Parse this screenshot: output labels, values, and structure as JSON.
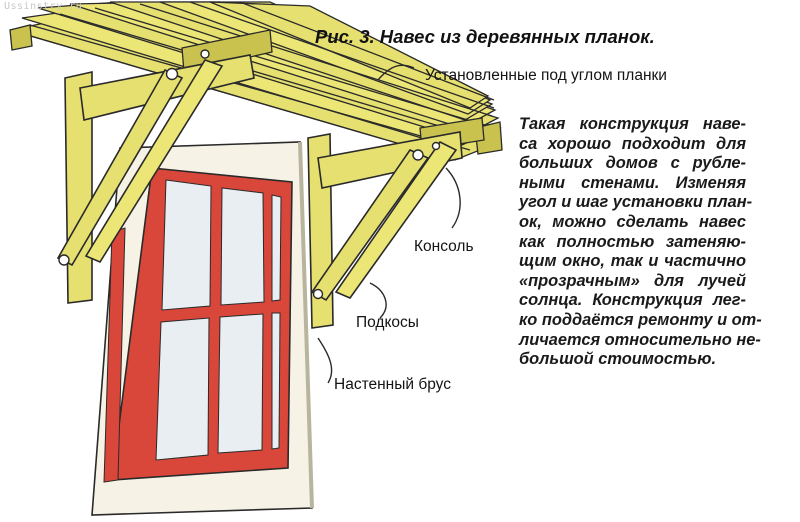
{
  "watermark": "Ussinstry.ru",
  "caption": "Рис. 3. Навес из деревянных планок.",
  "labels": {
    "slats": "Установленные под углом планки",
    "console": "Консоль",
    "braces": "Подкосы",
    "wall_beam": "Настенный брус"
  },
  "description_lines": [
    "Такая конструкция наве-",
    "са хорошо подходит для",
    "больших домов с рубле-",
    "ными стенами. Изменяя",
    "угол и шаг установки план-",
    "ок, можно сделать навес",
    "как полностью затеняю-",
    "щим окно, так и частично",
    "«прозрачным» для лучей",
    "солнца. Конструкция лег-",
    "ко поддаётся ремонту и от-",
    "личается относительно не-",
    "большой стоимостью."
  ],
  "colors": {
    "wood": "#e6e070",
    "wood_dark": "#c9c24e",
    "frame_red": "#d9463a",
    "glass": "#e9eef2",
    "trim": "#f6f3e6",
    "outline": "#2a2a2a"
  }
}
